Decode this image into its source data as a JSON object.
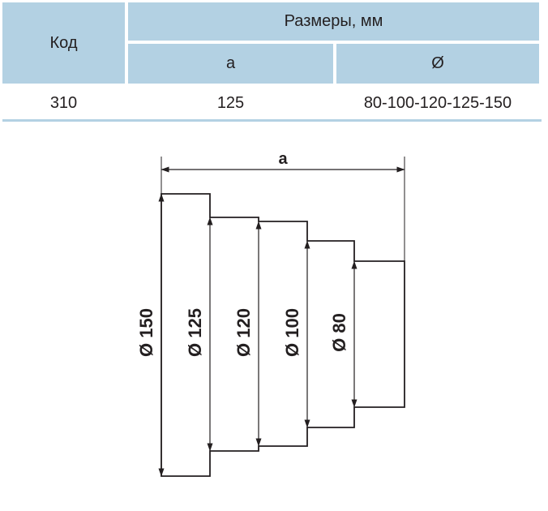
{
  "table": {
    "code_header": "Код",
    "dims_header": "Размеры, мм",
    "a_header": "a",
    "d_header": "Ø",
    "row": {
      "code": "310",
      "a": "125",
      "d": "80-100-120-125-150"
    }
  },
  "drawing": {
    "a_label": "a",
    "diameters": [
      "Ø 150",
      "Ø 125",
      "Ø 120",
      "Ø 100",
      "Ø 80"
    ]
  },
  "colors": {
    "header_bg": "#b3d1e3",
    "line": "#231f20"
  }
}
